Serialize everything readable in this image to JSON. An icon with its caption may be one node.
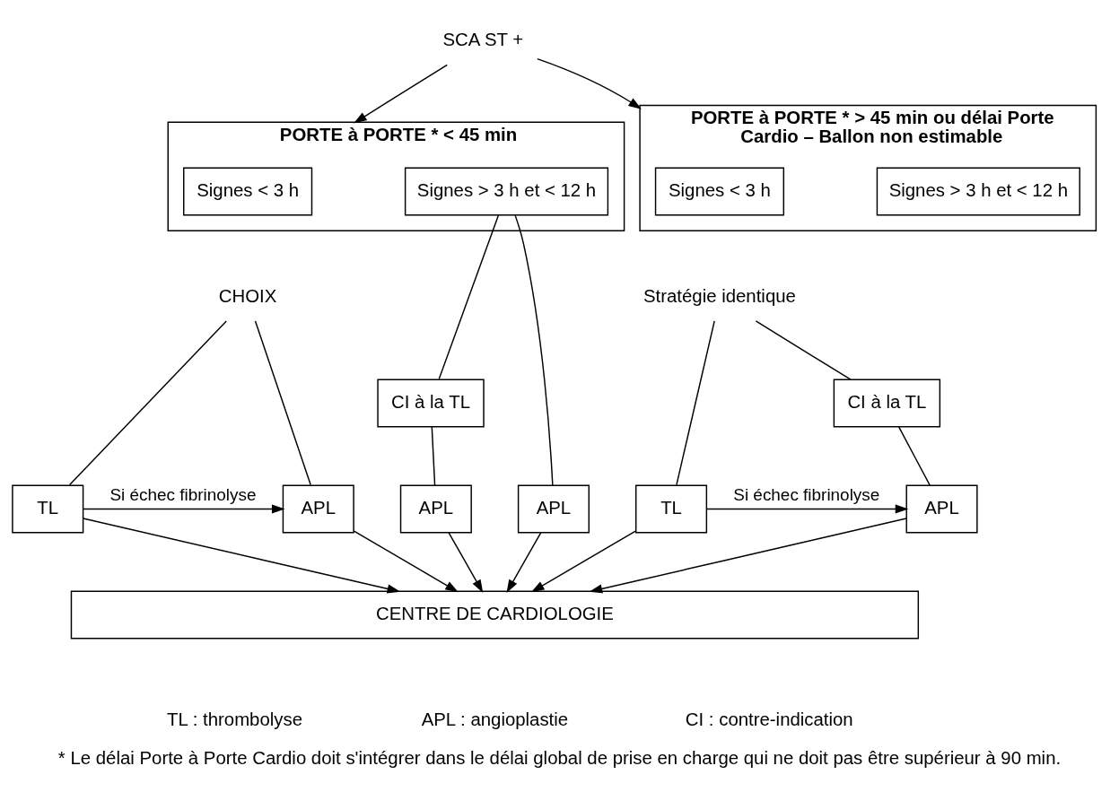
{
  "diagram": {
    "caption": "* Le délai Porte à Porte Cardio doit s'intégrer dans le délai global de prise en charge qui ne doit pas être supérieur à 90 min.",
    "nodes": [
      {
        "text": [
          "SCA ST +"
        ]
      },
      {
        "text": [
          "PORTE à PORTE * < 45 min"
        ]
      },
      {
        "text": [
          "Signes < 3 h"
        ],
        "in": 1
      },
      {
        "text": [
          "Signes > 3 h et < 12 h"
        ],
        "in": 1
      },
      {
        "text": [
          "PORTE à PORTE * > 45 min ou délai Porte Cardio – Ballon non estimable"
        ]
      },
      {
        "text": [
          "Signes < 3 h"
        ],
        "in": 4
      },
      {
        "text": [
          "Signes > 3 h et < 12 h"
        ],
        "in": 4
      },
      {
        "text": [
          "CHOIX"
        ]
      },
      {
        "text": [
          "CI à la TL"
        ]
      },
      {
        "text": [
          "Stratégie identique"
        ]
      },
      {
        "text": [
          "CI à la TL"
        ]
      },
      {
        "text": [
          "TL"
        ]
      },
      {
        "text": [
          "APL"
        ]
      },
      {
        "text": [
          "APL"
        ]
      },
      {
        "text": [
          "APL"
        ]
      },
      {
        "text": [
          "APL"
        ]
      },
      {
        "text": [
          "TL"
        ]
      },
      {
        "text": [
          "CENTRE DE CARDIOLOGIE"
        ]
      }
    ],
    "edges": [
      {
        "from": 0,
        "to": 1,
        "arrow": "to"
      },
      {
        "from": 0,
        "to": 4,
        "arrow": "to"
      },
      {
        "from": 7,
        "to": 11,
        "arrow": "none"
      },
      {
        "from": 7,
        "to": 12,
        "arrow": "none"
      },
      {
        "from": 3,
        "to": 8,
        "arrow": "none"
      },
      {
        "from": 8,
        "to": 13,
        "arrow": "none"
      },
      {
        "from": 3,
        "to": 14,
        "arrow": "none"
      },
      {
        "from": 9,
        "to": 10,
        "arrow": "none"
      },
      {
        "from": 9,
        "to": 16,
        "arrow": "none"
      },
      {
        "from": 10,
        "to": 15,
        "arrow": "none"
      },
      {
        "from": 11,
        "to": 12,
        "label": "Si échec fibrinolyse",
        "arrow": "to"
      },
      {
        "from": 16,
        "to": 15,
        "label": "Si échec fibrinolyse",
        "arrow": "to"
      },
      {
        "from": 11,
        "to": 17,
        "arrow": "to"
      },
      {
        "from": 12,
        "to": 17,
        "arrow": "to"
      },
      {
        "from": 13,
        "to": 17,
        "arrow": "to"
      },
      {
        "from": 14,
        "to": 17,
        "arrow": "to"
      },
      {
        "from": 15,
        "to": 17,
        "arrow": "to"
      },
      {
        "from": 16,
        "to": 17,
        "arrow": "to"
      }
    ],
    "labels": [
      "TL : thrombolyse",
      "APL : angioplastie",
      "CI : contre-indication"
    ]
  }
}
